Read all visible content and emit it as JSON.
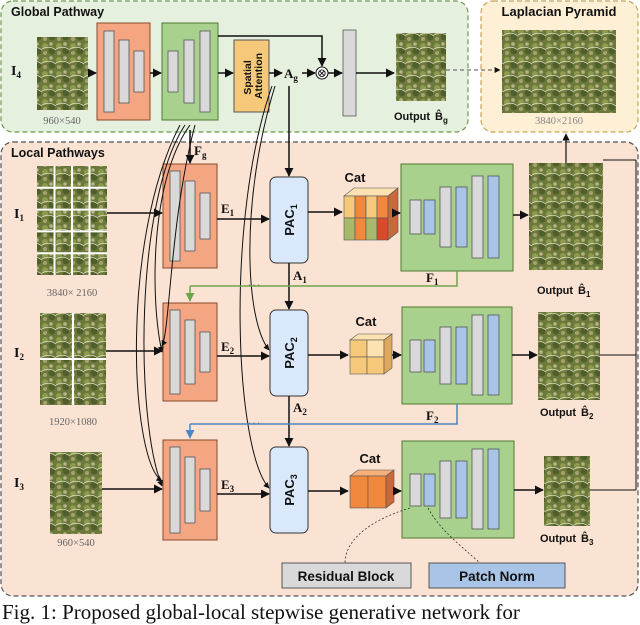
{
  "regions": {
    "global_title": "Global Pathway",
    "local_title": "Local Pathways",
    "laplacian_title": "Laplacian Pyramid",
    "laplacian_res": "3840×2160"
  },
  "inputs": {
    "i4": {
      "label": "I",
      "sub": "4",
      "res": "960×540"
    },
    "i1": {
      "label": "I",
      "sub": "1",
      "res": "3840× 2160"
    },
    "i2": {
      "label": "I",
      "sub": "2",
      "res": "1920×1080"
    },
    "i3": {
      "label": "I",
      "sub": "3",
      "res": "960×540"
    }
  },
  "modules": {
    "spatial_attention_line1": "Spatial",
    "spatial_attention_line2": "Attention",
    "pac1": {
      "label": "PAC",
      "sub": "1"
    },
    "pac2": {
      "label": "PAC",
      "sub": "2"
    },
    "pac3": {
      "label": "PAC",
      "sub": "3"
    },
    "cat": "Cat",
    "multiply_symbol": "⊗"
  },
  "signals": {
    "ag": {
      "label": "A",
      "sub": "g"
    },
    "fg": {
      "label": "F",
      "sub": "g"
    },
    "e1": {
      "label": "E",
      "sub": "1"
    },
    "e2": {
      "label": "E",
      "sub": "2"
    },
    "e3": {
      "label": "E",
      "sub": "3"
    },
    "a1": {
      "label": "A",
      "sub": "1"
    },
    "a2": {
      "label": "A",
      "sub": "2"
    },
    "f1": {
      "label": "F",
      "sub": "1"
    },
    "f2": {
      "label": "F",
      "sub": "2"
    },
    "dots": "· · ·"
  },
  "outputs": {
    "prefix": "Output",
    "letter": "B̂",
    "g": "g",
    "o1": "1",
    "o2": "2",
    "o3": "3"
  },
  "legend": {
    "residual_block": "Residual Block",
    "patch_norm": "Patch Norm"
  },
  "caption": "Fig. 1: Proposed global-local stepwise generative network for",
  "colors": {
    "global_bg": "#e6f0de",
    "global_border": "#6f9a4f",
    "local_bg": "#fbe3d3",
    "local_border": "#555555",
    "laplacian_bg": "#fdf0d4",
    "laplacian_border": "#c9a45a",
    "encoder_orange": "#f4a582",
    "encoder_border": "#8a4a2a",
    "decoder_green": "#a9d18e",
    "decoder_border": "#4f7a33",
    "pac_blue": "#dae8fc",
    "block_gray": "#d9d9d9",
    "patch_norm_blue": "#a8c4e6",
    "f1_arrow": "#70a44a",
    "f2_arrow": "#4a86c8",
    "cat_yellow": "#f6c97a",
    "cat_orange": "#f0883e",
    "cat_red": "#d94a2a",
    "cat_olive": "#a9b86a"
  }
}
